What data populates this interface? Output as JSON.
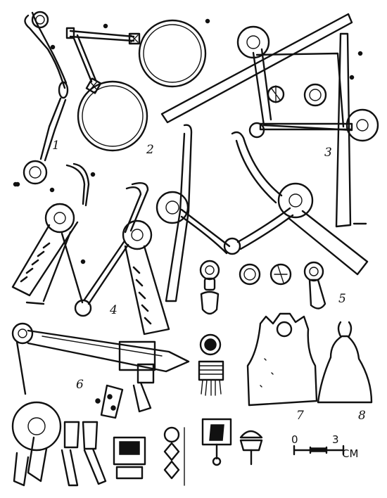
{
  "figure": {
    "labels": [
      "1",
      "2",
      "3",
      "4",
      "5",
      "6",
      "7",
      "8"
    ],
    "scale": {
      "start": "0",
      "end": "3",
      "unit": "СМ"
    }
  }
}
